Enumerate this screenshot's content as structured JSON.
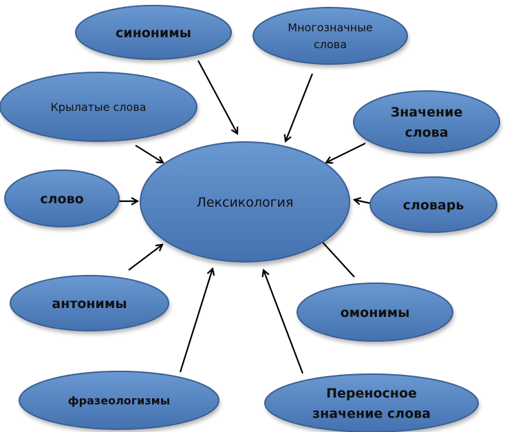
{
  "center": {
    "label": "Лексикология"
  },
  "nodes": [
    {
      "id": "sinonimy",
      "lines": [
        "синонимы"
      ],
      "bold": true
    },
    {
      "id": "mnogoznachnye",
      "lines": [
        "Многозначные",
        "слова"
      ],
      "bold": false
    },
    {
      "id": "krylatye",
      "lines": [
        "Крылатые  слова"
      ],
      "bold": false
    },
    {
      "id": "znachenie",
      "lines": [
        "Значение",
        "слова"
      ],
      "bold": true
    },
    {
      "id": "slovo",
      "lines": [
        "слово"
      ],
      "bold": true
    },
    {
      "id": "slovar",
      "lines": [
        "словарь"
      ],
      "bold": true
    },
    {
      "id": "antonimy",
      "lines": [
        "антонимы"
      ],
      "bold": true
    },
    {
      "id": "omonimy",
      "lines": [
        "омонимы"
      ],
      "bold": true
    },
    {
      "id": "frazeologizmy",
      "lines": [
        "фразеологизмы"
      ],
      "bold": true
    },
    {
      "id": "perenosnoe",
      "lines": [
        "Переносное",
        "значение слова"
      ],
      "bold": true
    }
  ],
  "colors": {
    "node_fill_top": "#5f8fcb",
    "node_fill_bottom": "#3f6fae",
    "node_stroke": "#3a5f93",
    "arrow": "#000000",
    "text": "#101010"
  }
}
